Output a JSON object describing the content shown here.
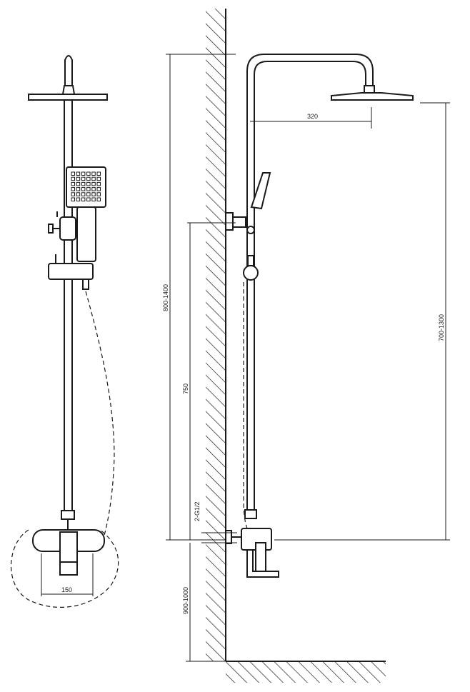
{
  "dimensions": {
    "arm_reach": "320",
    "mixer_width": "150",
    "total_height_range": "800-1400",
    "bar_length": "750",
    "connection_thread": "2-G1/2",
    "mixer_height_range": "900-1000",
    "head_height_range": "700-1300"
  },
  "colors": {
    "line": "#1a1a1a",
    "background": "#ffffff"
  }
}
